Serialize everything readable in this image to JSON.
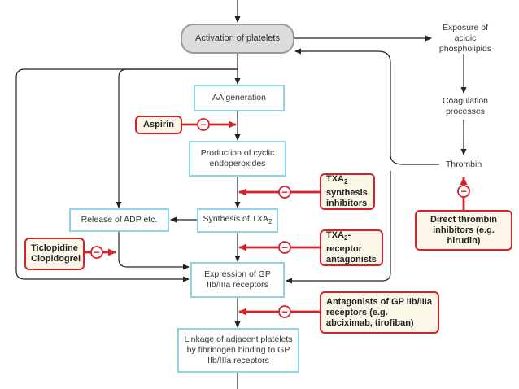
{
  "nodes": {
    "activation": "Activation of platelets",
    "aa_generation": "AA generation",
    "cyclic_endoperoxides": "Production of cyclic endoperoxides",
    "txa2_synthesis": "Synthesis of TXA",
    "txa2_subscript": "2",
    "release_adp": "Release of ADP etc.",
    "gp_expression": "Expression of GP IIb/IIIa receptors",
    "linkage": "Linkage of adjacent platelets by fibrinogen binding to GP IIb/IIIa receptors",
    "exposure": "Exposure of acidic phospholipids",
    "coagulation": "Coagulation processes",
    "thrombin": "Thrombin"
  },
  "drugs": {
    "aspirin": "Aspirin",
    "txa2_synthesis_inhibitors_pre": "TXA",
    "txa2_synthesis_inhibitors_sub": "2",
    "txa2_synthesis_inhibitors_post": "synthesis inhibitors",
    "txa2_receptor_antagonists_pre": "TXA",
    "txa2_receptor_antagonists_sub": "2",
    "txa2_receptor_antagonists_post": "-receptor antagonists",
    "ticlopidine": "Ticlopidine Clopidogrel",
    "gp_antagonists": "Antagonists of GP IIb/IIIa receptors (e.g. abciximab, tirofiban)",
    "direct_thrombin_inhibitors": "Direct thrombin inhibitors (e.g. hirudin)"
  },
  "symbols": {
    "inhibit": "−"
  },
  "colors": {
    "node_border": "#8fd3ea",
    "inhibitor_red": "#d2232a",
    "drug_fill": "#fbf6e8",
    "pill_fill": "#dcdcdc",
    "arrow": "#222222"
  }
}
